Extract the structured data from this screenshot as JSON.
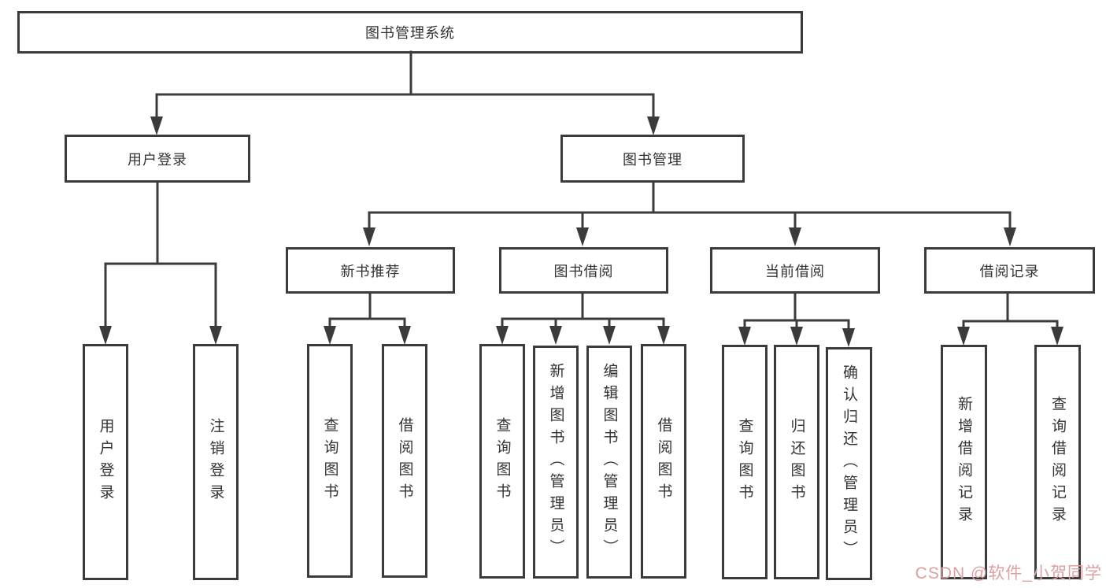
{
  "colors": {
    "line": "#3b3b3b",
    "text": "#333333",
    "background": "#ffffff",
    "watermark": "#dd9f9f"
  },
  "tree": {
    "root": {
      "label": "图书管理系统"
    },
    "branches": {
      "user_login": {
        "label": "用户登录",
        "children": {
          "login": {
            "label": "用户登录"
          },
          "logout": {
            "label": "注销登录"
          }
        }
      },
      "book_mgmt": {
        "label": "图书管理",
        "children": {
          "new_book_rec": {
            "label": "新书推荐",
            "children": {
              "query": {
                "label": "查询图书"
              },
              "borrow": {
                "label": "借阅图书"
              }
            }
          },
          "book_borrow": {
            "label": "图书借阅",
            "children": {
              "query": {
                "label": "查询图书"
              },
              "add": {
                "label": "新增图书（管理员）"
              },
              "edit": {
                "label": "编辑图书（管理员）"
              },
              "borrow": {
                "label": "借阅图书"
              }
            }
          },
          "current_borrow": {
            "label": "当前借阅",
            "children": {
              "query": {
                "label": "查询图书"
              },
              "giveback": {
                "label": "归还图书"
              },
              "confirm": {
                "label": "确认归还（管理员）"
              }
            }
          },
          "borrow_records": {
            "label": "借阅记录",
            "children": {
              "add": {
                "label": "新增借阅记录"
              },
              "query": {
                "label": "查询借阅记录"
              }
            }
          }
        }
      }
    }
  },
  "watermark": {
    "text": "CSDN @软件_小贺同学"
  }
}
